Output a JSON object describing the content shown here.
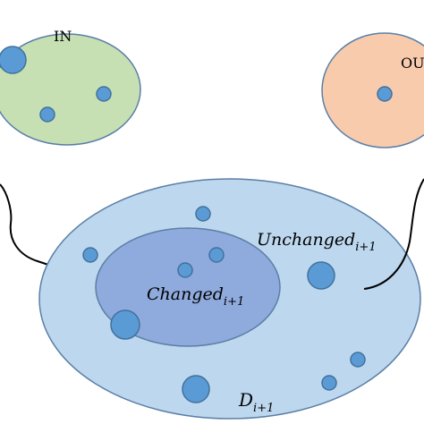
{
  "labels": {
    "in": "IN",
    "out": "OU",
    "unchanged": {
      "base": "Unchanged",
      "sub": "i+1"
    },
    "changed": {
      "base": "Changed",
      "sub": "i+1"
    },
    "d": {
      "base": "D",
      "sub": "i+1"
    }
  },
  "colors": {
    "in_fill": "#c6e0b4",
    "out_fill": "#f8cbad",
    "outer_fill": "#bdd7ee",
    "inner_fill": "#8faadc",
    "stroke": "#5b7fa6",
    "dot_fill": "#5b9bd5",
    "dot_stroke": "#41719c",
    "arrow": "#000000"
  }
}
